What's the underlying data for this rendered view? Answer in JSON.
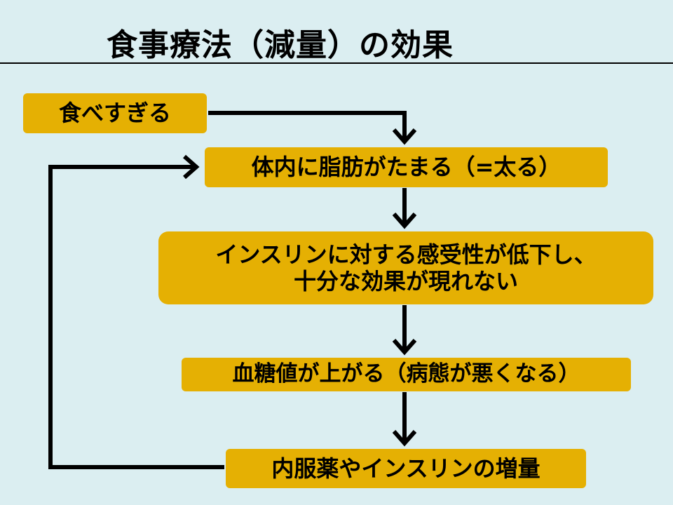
{
  "title": "食事療法（減量）の効果",
  "boxes": {
    "overeating": "食べすぎる",
    "fat": "体内に脂肪がたまる（=太る）",
    "insulin_line1": "インスリンに対する感受性が低下し、",
    "insulin_line2": "十分な効果が現れない",
    "glucose": "血糖値が上がる（病態が悪くなる）",
    "medication": "内服薬やインスリンの増量"
  },
  "colors": {
    "background": "#dbeef1",
    "box": "#e5b003",
    "arrow": "#000000"
  }
}
